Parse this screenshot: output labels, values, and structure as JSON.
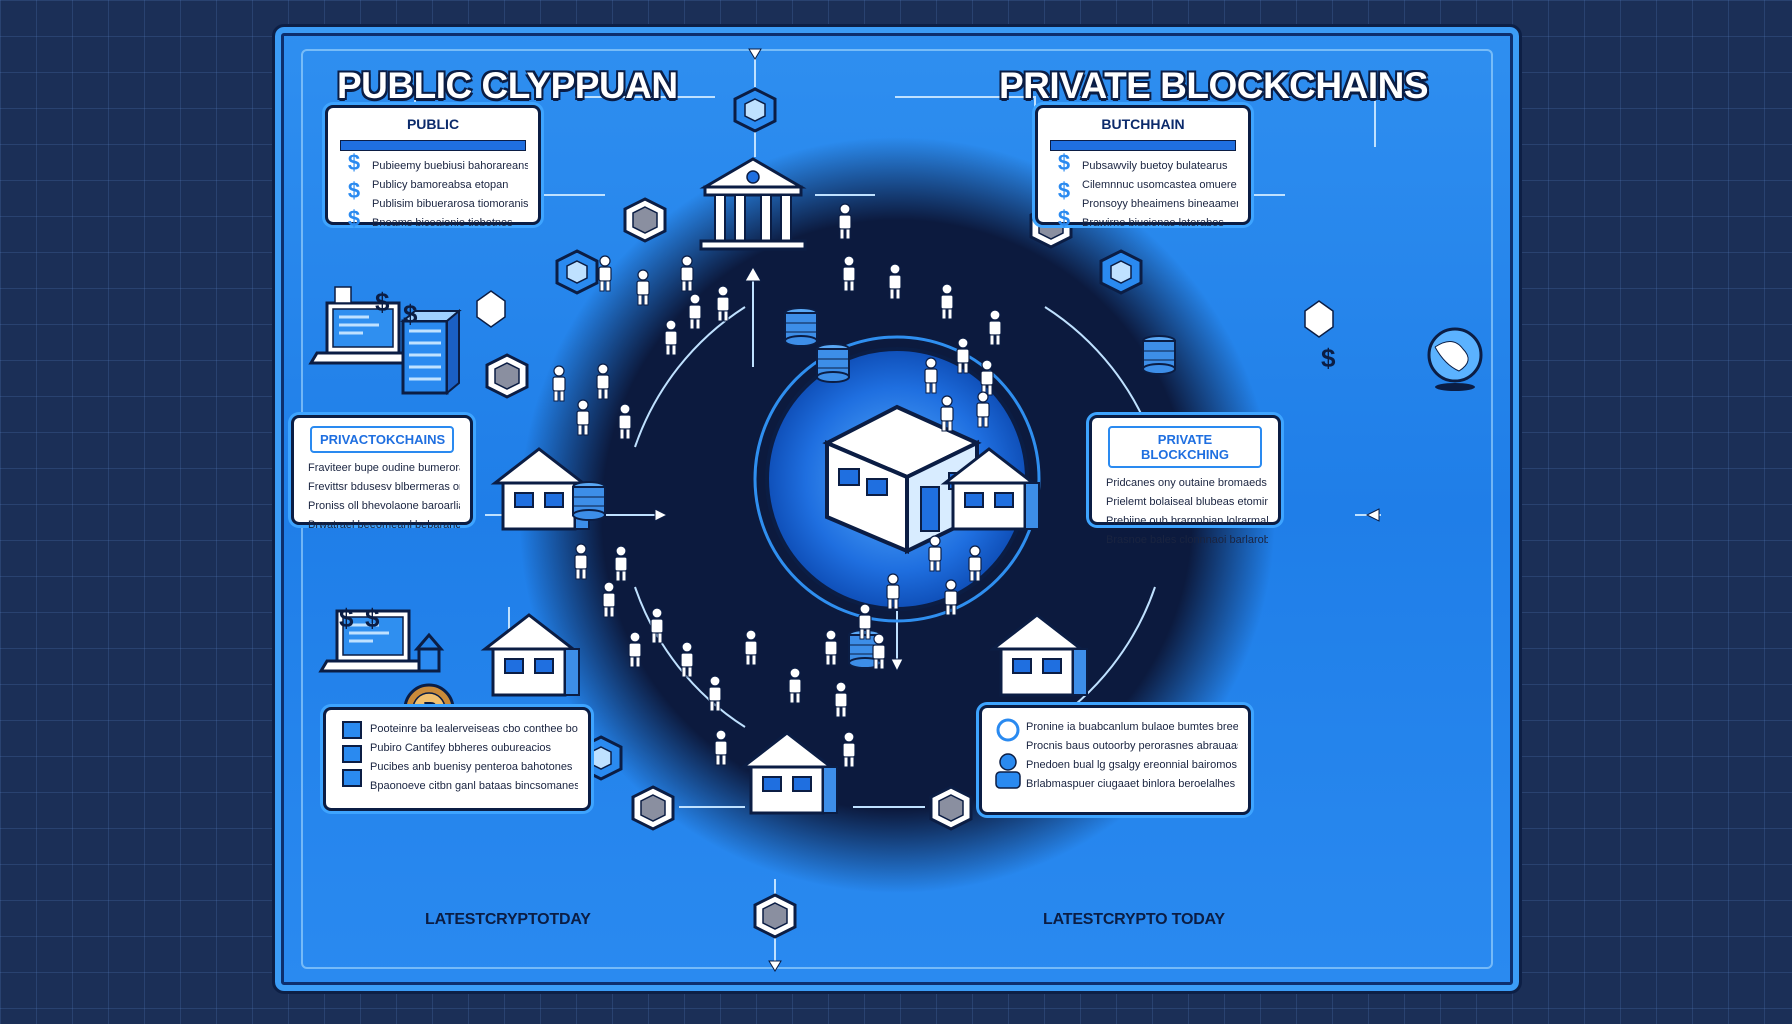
{
  "titles": {
    "left": "PUBLIC CLYPPUAN",
    "right": "PRIVATE BLOCKCHAINS"
  },
  "cards": {
    "top_left": {
      "heading": "PUBLIC",
      "lines": [
        "Pubieemy buebiusi bahorareans",
        "Publicy bamoreabsa etopan",
        "Publisim bibuerarosa tiomoranis",
        "Bneams biceaionie tiobotnos"
      ]
    },
    "top_right": {
      "heading": "BUTCHHAIN",
      "lines": [
        "Pubsawvily buetoy bulatearus",
        "Cilemnnuc usomcastea omuere",
        "Pronsoyy bheaimens bineaamen",
        "Brawirne biucionae laterabos"
      ]
    },
    "mid_left": {
      "heading": "PRIVACTOKCHAINS",
      "lines": [
        "Fraviteer bupe oudine bumerorads",
        "Frevittsr bdusesv blbermeras omhs",
        "Proniss oll bhevolaone baroarlia",
        "Brwatrael beeomeanl bebarances"
      ]
    },
    "mid_right": {
      "heading": "PRIVATE BLOCKCHING",
      "lines": [
        "Pridcanes ony outaine bromaeds",
        "Prielemt bolaiseal blubeas etoming",
        "Prebiine oub brarnnbian lolrarmalty",
        "Brasnoe bales clonnnaoi barlarobes"
      ]
    },
    "bot_left": {
      "heading": "",
      "lines": [
        "Pooteinre ba lealerveiseas cbo conthee boo",
        "Pubiro Cantifey bbheres oubureacios",
        "Pucibes anb buenisy penteroa bahotones",
        "Bpaonoeve citbn ganl bataas bincsomanes"
      ]
    },
    "bot_right": {
      "heading": "",
      "lines": [
        "Pronine ia buabcanlum bulaoe bumtes bree",
        "Procnis baus outoorby perorasnes abrauaas",
        "Pnedoen bual lg gsalgy ereonnial bairomos",
        "Brlabmaspuer ciugaaet binlora beroelalhes"
      ]
    }
  },
  "footer": {
    "left": "LATESTCRYPTOTDAY",
    "right": "LATESTCRYPTO TODAY"
  },
  "colors": {
    "board": "#2a8af0",
    "navy": "#0b1d44",
    "hub": "#1f6fe0",
    "background": "#1b2f57"
  },
  "icons": [
    "bank-icon",
    "house-icon",
    "person-icon",
    "coin-stack-icon",
    "laptop-icon",
    "server-icon",
    "cube-icon",
    "gear-icon",
    "globe-icon",
    "dollar-icon",
    "bitcoin-coin-icon",
    "camera-icon"
  ]
}
